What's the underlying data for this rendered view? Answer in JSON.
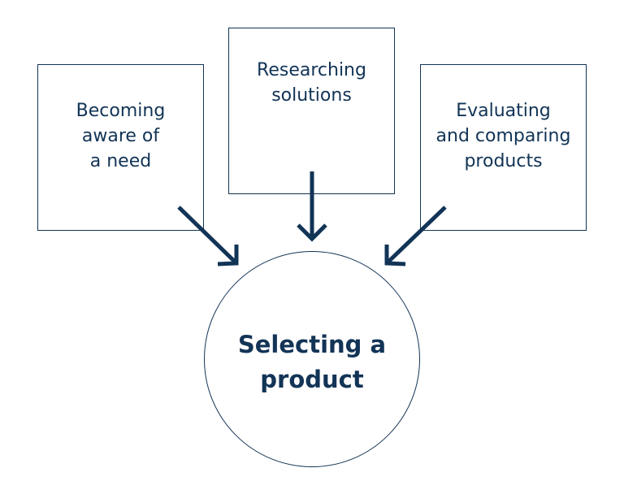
{
  "colors": {
    "stroke": "#123456",
    "text": "#123456",
    "background": "#ffffff"
  },
  "diagram": {
    "steps": [
      {
        "label": "Becoming\naware of\na need"
      },
      {
        "label": "Researching\nsolutions"
      },
      {
        "label": "Evaluating\nand comparing\nproducts"
      }
    ],
    "outcome": {
      "label": "Selecting a\nproduct"
    }
  }
}
